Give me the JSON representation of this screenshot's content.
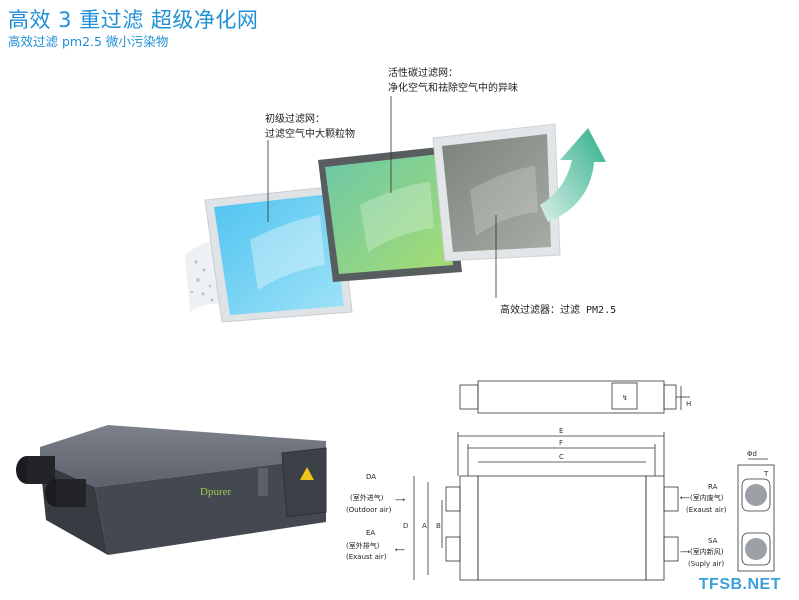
{
  "header": {
    "title": "高效 3 重过滤 超级净化网",
    "subtitle": "高效过滤 pm2.5 微小污染物"
  },
  "filters": {
    "primary": {
      "line1": "初级过滤网：",
      "line2": "过滤空气中大颗粒物"
    },
    "carbon": {
      "line1": "活性碳过滤网：",
      "line2": "净化空气和祛除空气中的异味"
    },
    "hepa": {
      "line1": "高效过滤器：过滤 PM2.5"
    }
  },
  "product": {
    "logo_text": "Dpurer"
  },
  "drawing": {
    "dims": {
      "E": "E",
      "F": "F",
      "C": "C",
      "A": "A",
      "B": "B",
      "D": "D",
      "H": "H",
      "phi_d": "Φd",
      "T": "T"
    },
    "ports": {
      "da": {
        "code": "DA",
        "cn": "(室外进气)",
        "en": "(Outdoor air)"
      },
      "ea": {
        "code": "EA",
        "cn": "(室外排气)",
        "en": "(Exaust air)"
      },
      "ra": {
        "code": "RA",
        "cn": "(室内废气)",
        "en": "(Exaust air)"
      },
      "sa": {
        "code": "SA",
        "cn": "(室内新风)",
        "en": "(Suply air)"
      }
    }
  },
  "watermark": "TFSB.NET",
  "colors": {
    "accent": "#1f8fd6",
    "panel1": "#5cc8ee",
    "panel2": "#7ed08a",
    "panel3": "#8a9189",
    "unit": "#4a4f58"
  }
}
